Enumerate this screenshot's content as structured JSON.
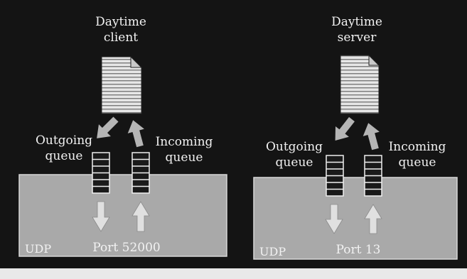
{
  "diagram": {
    "left": {
      "process_label_line1": "Daytime",
      "process_label_line2": "client",
      "outgoing_label_line1": "Outgoing",
      "outgoing_label_line2": "queue",
      "incoming_label_line1": "Incoming",
      "incoming_label_line2": "queue",
      "layer_label": "UDP",
      "port_label": "Port 52000"
    },
    "right": {
      "process_label_line1": "Daytime",
      "process_label_line2": "server",
      "outgoing_label_line1": "Outgoing",
      "outgoing_label_line2": "queue",
      "incoming_label_line1": "Incoming",
      "incoming_label_line2": "queue",
      "layer_label": "UDP",
      "port_label": "Port 13"
    },
    "colors": {
      "background": "#141414",
      "udp_box": "#a9a9a9",
      "arrow": "#b5b5b5",
      "document": "#e6e6e6"
    }
  }
}
